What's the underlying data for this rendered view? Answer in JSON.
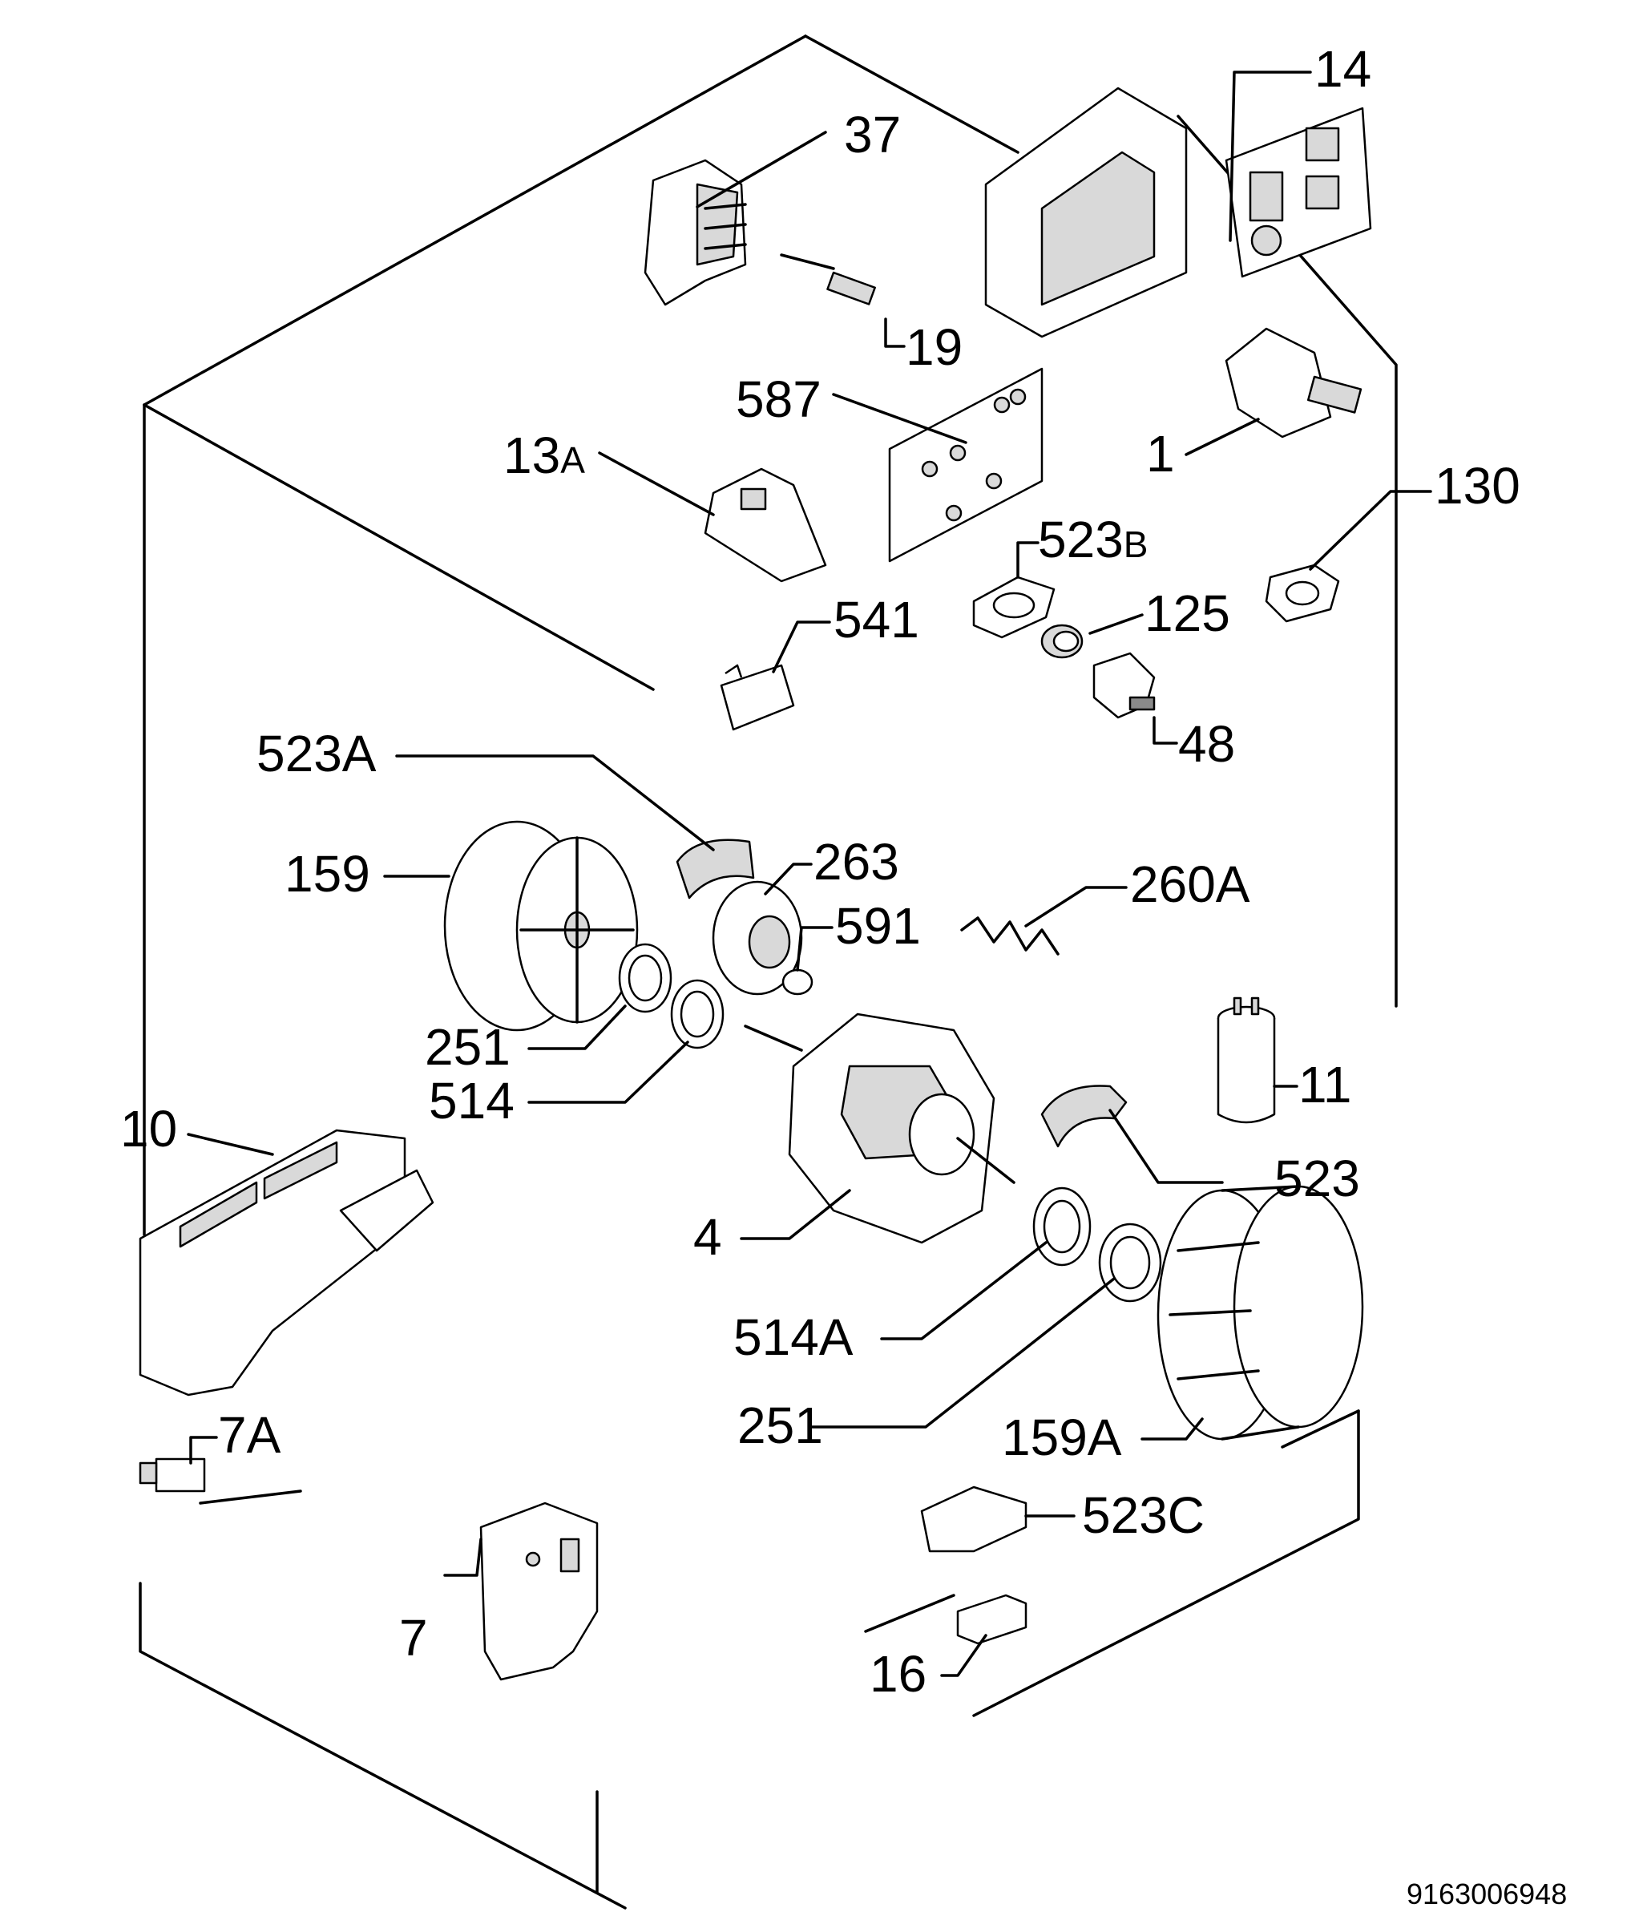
{
  "callouts": [
    {
      "id": "c37",
      "label": "37"
    },
    {
      "id": "c14",
      "label": "14"
    },
    {
      "id": "c19",
      "label": "19"
    },
    {
      "id": "c587",
      "label": "587"
    },
    {
      "id": "c1",
      "label": "1"
    },
    {
      "id": "c13a",
      "label": "13",
      "suffix": "A"
    },
    {
      "id": "c130",
      "label": "130"
    },
    {
      "id": "c523b",
      "label": "523",
      "suffix": "B"
    },
    {
      "id": "c125",
      "label": "125"
    },
    {
      "id": "c541",
      "label": "541"
    },
    {
      "id": "c48",
      "label": "48"
    },
    {
      "id": "c523a",
      "label": "523A"
    },
    {
      "id": "c263",
      "label": "263"
    },
    {
      "id": "c159",
      "label": "159"
    },
    {
      "id": "c260a",
      "label": "260A"
    },
    {
      "id": "c591",
      "label": "591"
    },
    {
      "id": "c251a",
      "label": "251"
    },
    {
      "id": "c514",
      "label": "514"
    },
    {
      "id": "c11",
      "label": "11"
    },
    {
      "id": "c10",
      "label": "10"
    },
    {
      "id": "c523",
      "label": "523"
    },
    {
      "id": "c4",
      "label": "4"
    },
    {
      "id": "c514a",
      "label": "514A"
    },
    {
      "id": "c251b",
      "label": "251"
    },
    {
      "id": "c159a",
      "label": "159A"
    },
    {
      "id": "c7a",
      "label": "7A"
    },
    {
      "id": "c523c",
      "label": "523C"
    },
    {
      "id": "c7",
      "label": "7"
    },
    {
      "id": "c16",
      "label": "16"
    }
  ],
  "reference_number": "9163006948"
}
